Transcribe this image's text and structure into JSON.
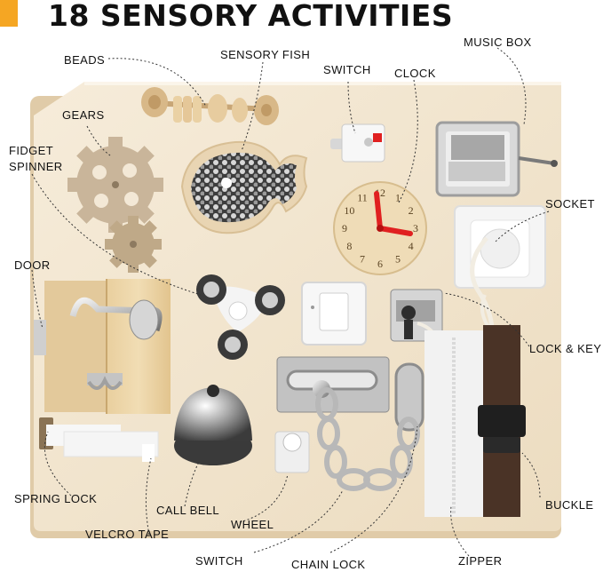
{
  "title": "18 SENSORY ACTIVITIES",
  "colors": {
    "accent": "#f5a623",
    "board": "#f3e7d3",
    "text": "#111111",
    "red_accent": "#e02020"
  },
  "labels": {
    "beads": "BEADS",
    "sensory_fish": "SENSORY FISH",
    "switch_top": "SWITCH",
    "clock": "CLOCK",
    "music_box": "MUSIC BOX",
    "gears": "GEARS",
    "fidget_spinner_line1": "FIDGET",
    "fidget_spinner_line2": "SPINNER",
    "socket": "SOCKET",
    "door": "DOOR",
    "lock_key": "LOCK & KEY",
    "spring_lock": "SPRING LOCK",
    "call_bell": "CALL BELL",
    "wheel": "WHEEL",
    "buckle": "BUCKLE",
    "velcro_tape": "VELCRO TAPE",
    "switch_bottom": "SWITCH",
    "chain_lock": "CHAIN LOCK",
    "zipper": "ZIPPER"
  },
  "clock_numbers": [
    "12",
    "1",
    "2",
    "3",
    "4",
    "5",
    "6",
    "7",
    "8",
    "9",
    "10",
    "11"
  ]
}
